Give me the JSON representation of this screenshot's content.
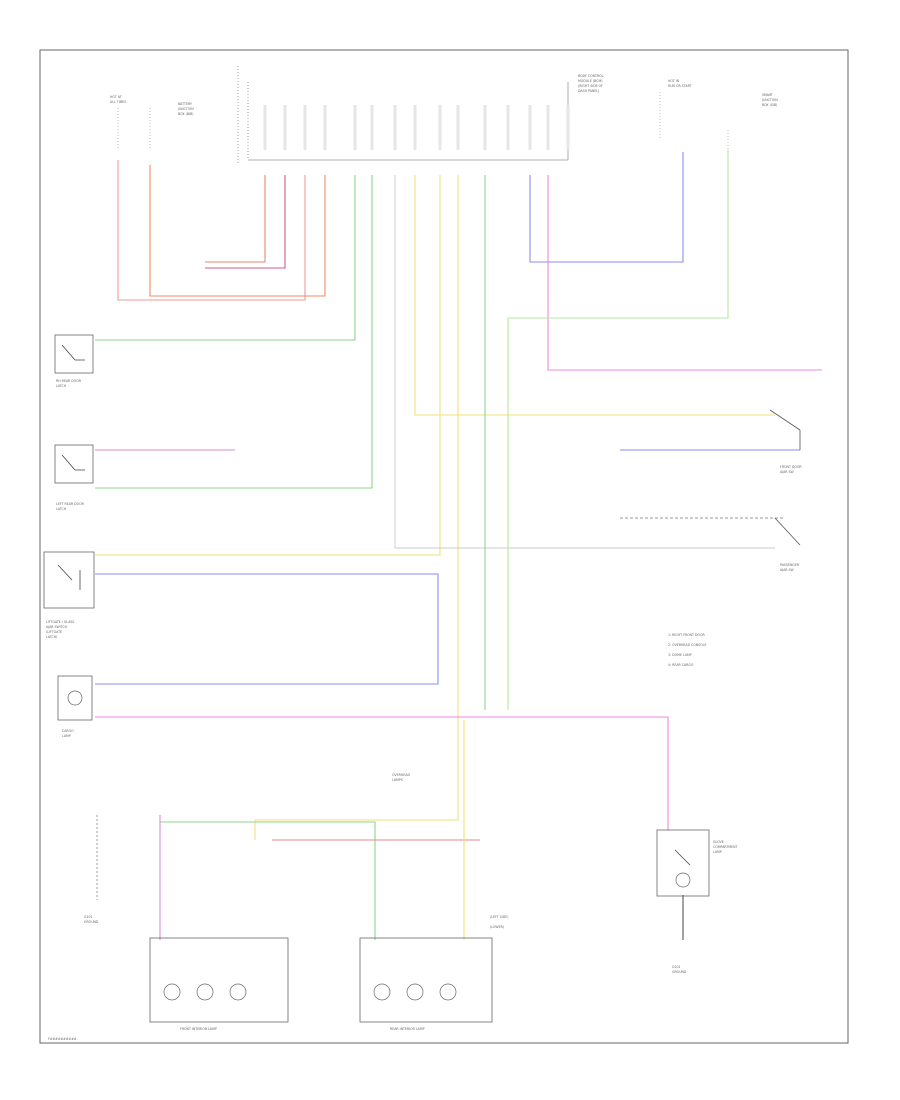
{
  "diagram": {
    "footer_code": "F##########",
    "modules": {
      "body_control": [
        "BODY CONTROL",
        "MODULE (BCM)",
        "(RIGHT SIDE OF",
        "DASH PANEL)"
      ],
      "fuse_top_left": [
        "HOT AT",
        "ALL TIMES"
      ],
      "fuse_top_right": [
        "HOT IN",
        "RUN OR START"
      ],
      "battery_junction": [
        "BATTERY",
        "JUNCTION",
        "BOX (BJB)"
      ],
      "smart_junction": [
        "SMART",
        "JUNCTION",
        "BOX (SJB)"
      ]
    },
    "legend": [
      "1: RIGHT FRONT DOOR",
      "2: OVERHEAD CONSOLE",
      "3: DOME LAMP",
      "4: REAR CARGO"
    ],
    "components": {
      "rh_rear_door": [
        "RH REAR DOOR",
        "LATCH"
      ],
      "lh_rear_door": [
        "LEFT REAR DOOR",
        "LATCH"
      ],
      "liftgate": [
        "LIFTGATE / GLASS",
        "AJAR SWITCH",
        "(LIFTGATE",
        "LATCH)"
      ],
      "cargo_lamp": [
        "CARGO",
        "LAMP"
      ],
      "front_ajar_sw": [
        "FRONT DOOR",
        "AJAR SW"
      ],
      "passenger_ajar_sw": [
        "PASSENGER",
        "AJAR SW"
      ],
      "front_interior_lamp": "FRONT INTERIOR LAMP",
      "rear_interior_lamp": "REAR INTERIOR LAMP",
      "glove_box_lamp": [
        "GLOVE",
        "COMPARTMENT",
        "LAMP"
      ],
      "g_ground_left": [
        "G101",
        "GROUND"
      ],
      "g_ground_right": [
        "G201",
        "GROUND"
      ],
      "splice_overhead": [
        "OVERHEAD",
        "LAMPS"
      ],
      "splice_loc": [
        "(LEFT SIDE)",
        "(LOWER)"
      ]
    }
  }
}
